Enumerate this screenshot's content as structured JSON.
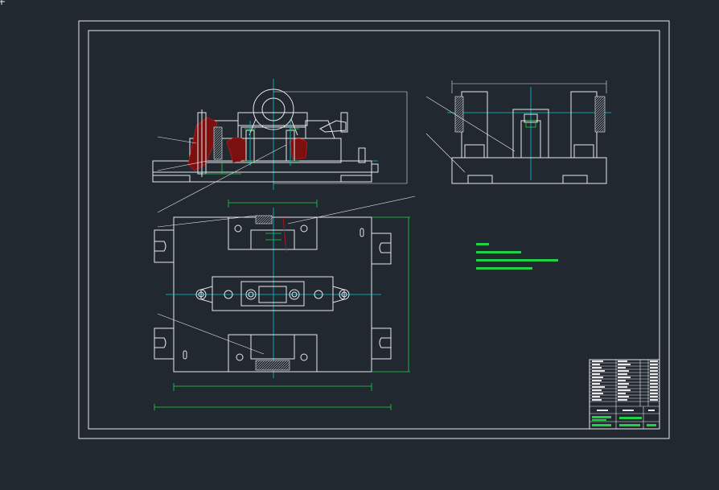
{
  "drawing": {
    "colors": {
      "background": "#212830",
      "outline": "#e8e8e8",
      "centerline": "#00c8d8",
      "dimension": "#22d046",
      "section": "#c01818"
    },
    "views": [
      "front-elevation",
      "side-elevation",
      "plan-view"
    ],
    "tech_requirements_lines": 4,
    "title_block_rows": 14
  }
}
